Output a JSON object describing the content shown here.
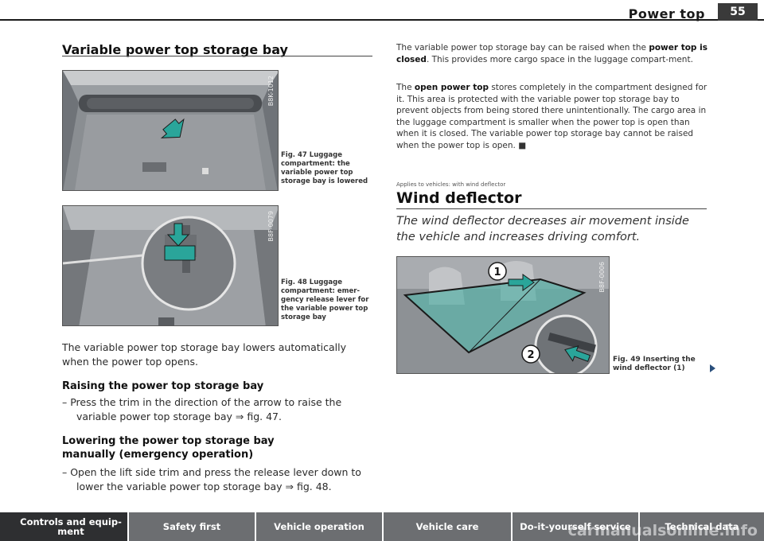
{
  "header": {
    "title": "Power top",
    "page_number": "55"
  },
  "left": {
    "heading": "Variable power top storage bay",
    "fig47": {
      "code": "B8K-1012",
      "caption": [
        "Fig. 47  Luggage",
        "compartment: the",
        "variable power top",
        "storage bay is lowered"
      ]
    },
    "fig48": {
      "code": "B8F-0079",
      "caption": [
        "Fig. 48  Luggage",
        "compartment: emer-",
        "gency release lever for",
        "the variable power top",
        "storage bay"
      ]
    },
    "intro": [
      "The variable power top storage bay lowers automatically",
      "when the power top opens."
    ],
    "sub1": "Raising the power top storage bay",
    "step1": [
      "– Press the trim in the direction of the arrow to raise the",
      "variable power top storage bay ⇒ fig. 47."
    ],
    "sub2": [
      "Lowering the power top storage bay",
      "manually (emergency operation)"
    ],
    "step2": [
      "– Open the lift side trim and press the release lever down to",
      "lower the variable power top storage bay ⇒ fig. 48."
    ]
  },
  "right": {
    "p1_a": "The variable power top storage bay can be raised when the ",
    "p1_b": "power top is closed",
    "p1_c": ". This provides more cargo space in the luggage compart-ment.",
    "p2_a": "The ",
    "p2_b": "open power top",
    "p2_c": " stores completely in the compartment designed for it. This area is protected with the variable power top storage bay to prevent objects from being stored there unintentionally. The cargo area in the luggage compartment is smaller when the power top is open than when it is closed. The variable power top storage bay cannot be raised when the power top is open. ■",
    "applies": "Applies to vehicles: with wind deflector",
    "heading": "Wind deflector",
    "lead": "The wind deflector decreases air movement inside the vehicle and increases driving comfort.",
    "fig49": {
      "code": "B8F-0006",
      "caption": [
        "Fig. 49  Inserting the",
        "wind deflector (1)"
      ],
      "marker1": "1",
      "marker2": "2"
    }
  },
  "footer": {
    "tabs": [
      "Controls and equip-\nment",
      "Safety first",
      "Vehicle operation",
      "Vehicle care",
      "Do-it-yourself service",
      "Technical data"
    ]
  },
  "watermark": "carmanualsonline.info",
  "colors": {
    "accent_teal": "#2aa59a",
    "footer_tab": "#6c6e71",
    "footer_active": "#2e2f31"
  }
}
